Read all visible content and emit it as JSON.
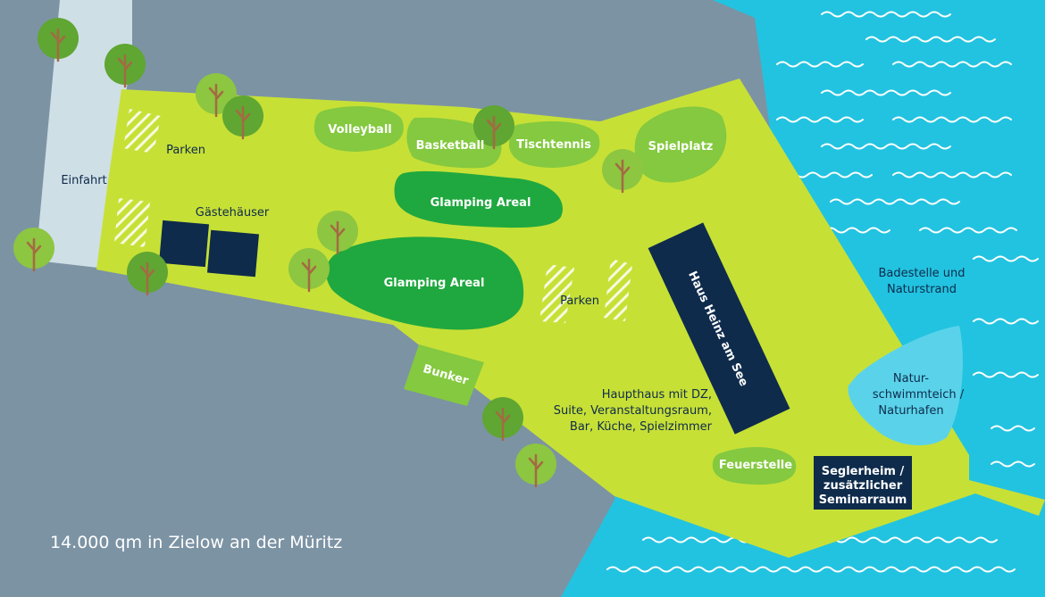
{
  "colors": {
    "land": "#7c93a4",
    "water": "#22c3e0",
    "property": "#c7e036",
    "sport_area": "#84c93f",
    "glamping": "#1fa83f",
    "building": "#0e2b4c",
    "pond": "#5ad3ea",
    "road": "#cfdfe6",
    "tree_light": "#8dc640",
    "tree_dark": "#5fa632",
    "trunk": "#a46a43"
  },
  "title": "14.000 qm in Zielow an der Müritz",
  "labels": {
    "einfahrt": "Einfahrt",
    "parken_1": "Parken",
    "parken_2": "Parken",
    "gaestehaeuser": "Gästehäuser",
    "volleyball": "Volleyball",
    "basketball": "Basketball",
    "tischtennis": "Tischtennis",
    "spielplatz": "Spielplatz",
    "glamping_1": "Glamping Areal",
    "glamping_2": "Glamping Areal",
    "bunker": "Bunker",
    "haus_heinz": "Haus Heinz am See",
    "haupthaus": [
      "Haupthaus mit DZ,",
      "Suite, Veranstaltungsraum,",
      "Bar, Küche, Spielzimmer"
    ],
    "feuerstelle": "Feuerstelle",
    "seglerheim": [
      "Seglerheim /",
      "zusätzlicher",
      "Seminarraum"
    ],
    "badestelle": [
      "Badestelle und",
      "Naturstrand"
    ],
    "naturschwimmteich": [
      "Natur-",
      "schwimmteich /",
      "Naturhafen"
    ]
  }
}
